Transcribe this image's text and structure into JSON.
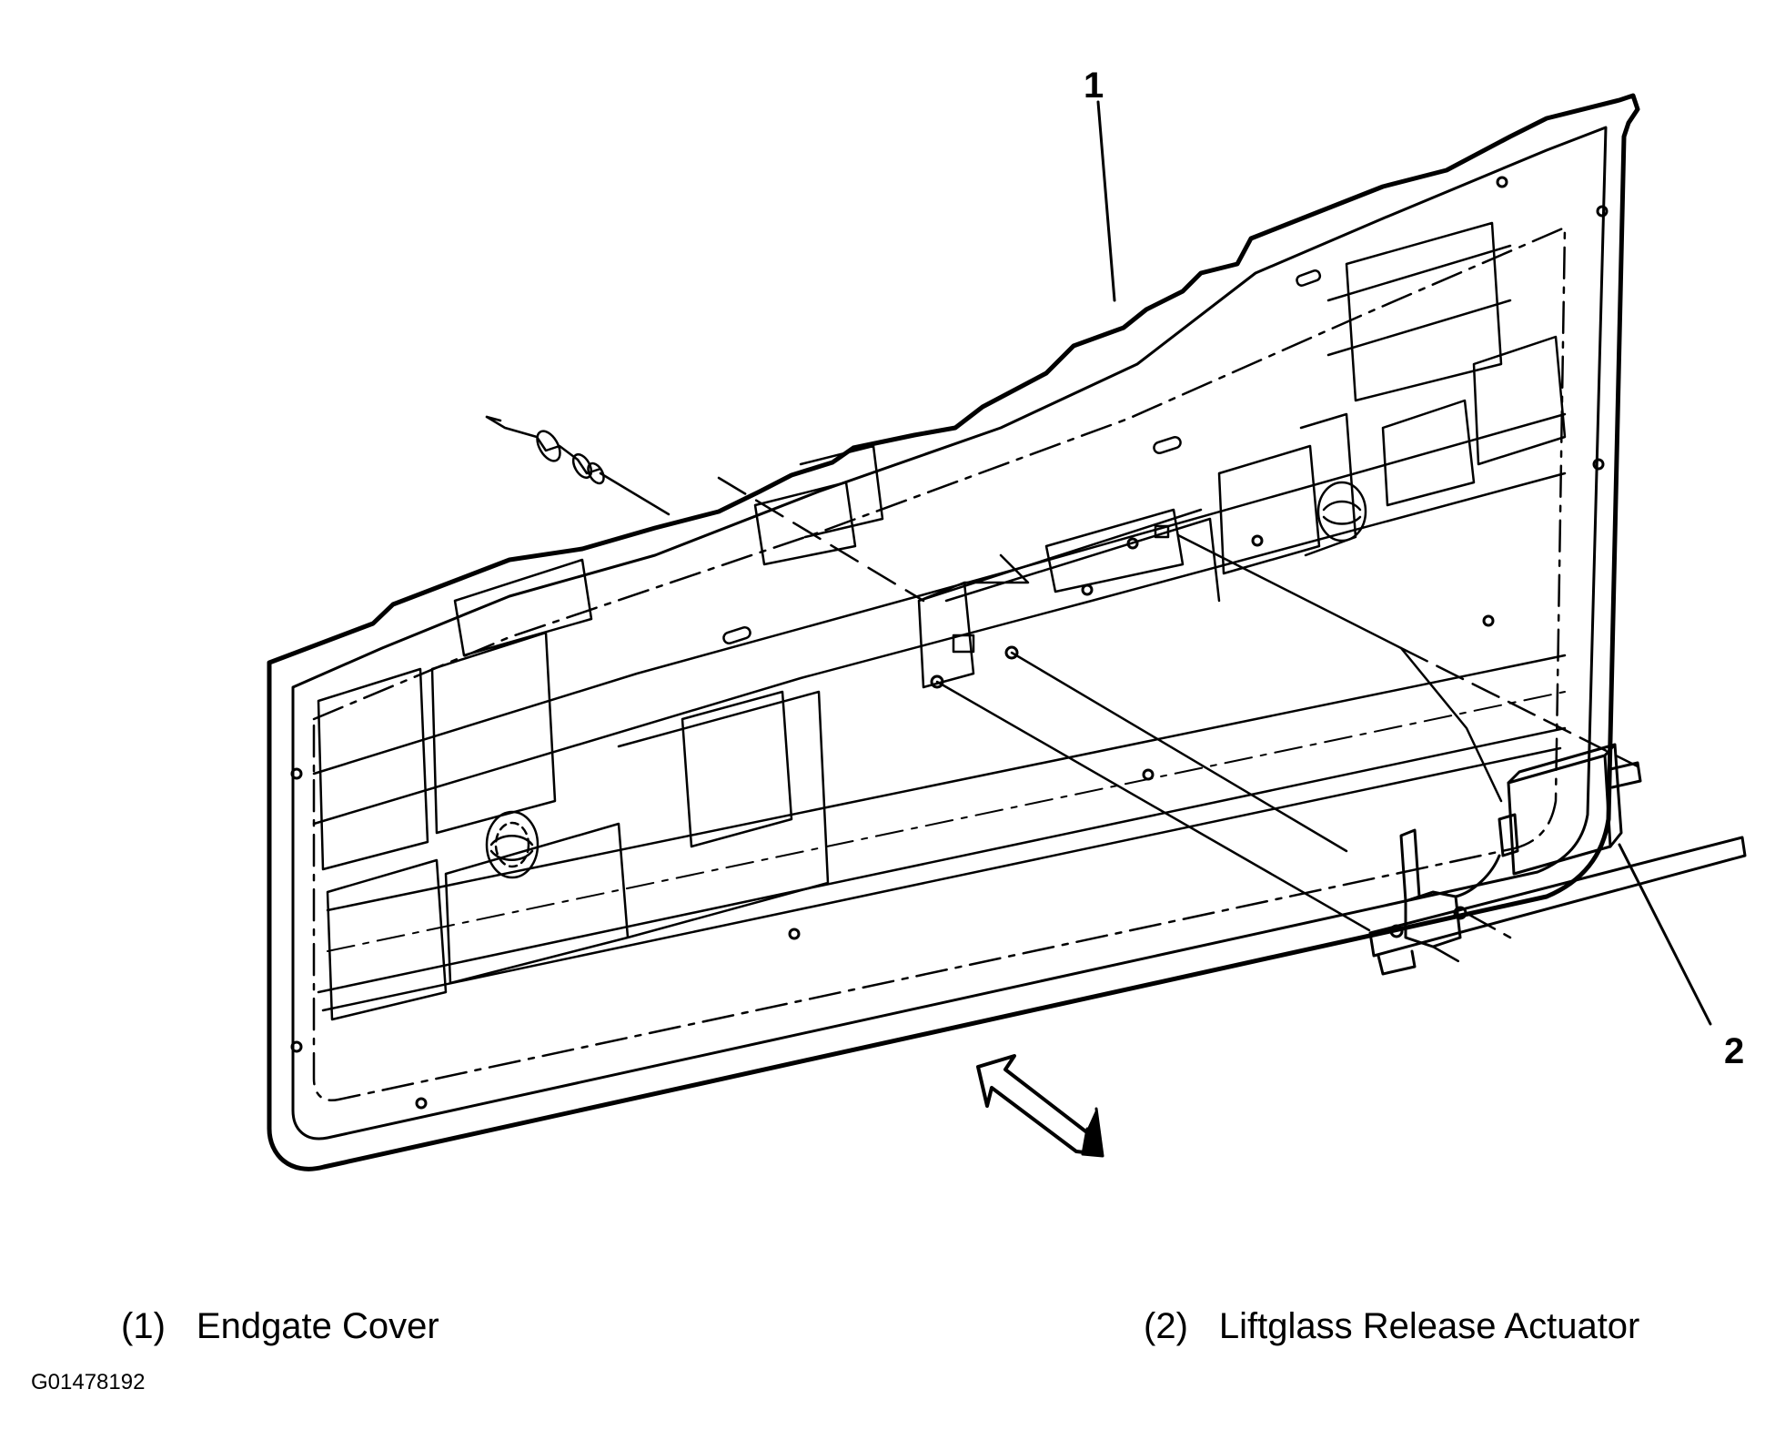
{
  "callouts": [
    {
      "id": "1",
      "label": "1"
    },
    {
      "id": "2",
      "label": "2"
    }
  ],
  "legend": [
    {
      "num": "(1)",
      "text": "Endgate Cover"
    },
    {
      "num": "(2)",
      "text": "Liftglass Release Actuator"
    }
  ],
  "figure_id": "G01478192",
  "icons": [
    "view-direction-arrow-icon"
  ],
  "colors": {
    "line": "#000000",
    "background": "#ffffff"
  }
}
